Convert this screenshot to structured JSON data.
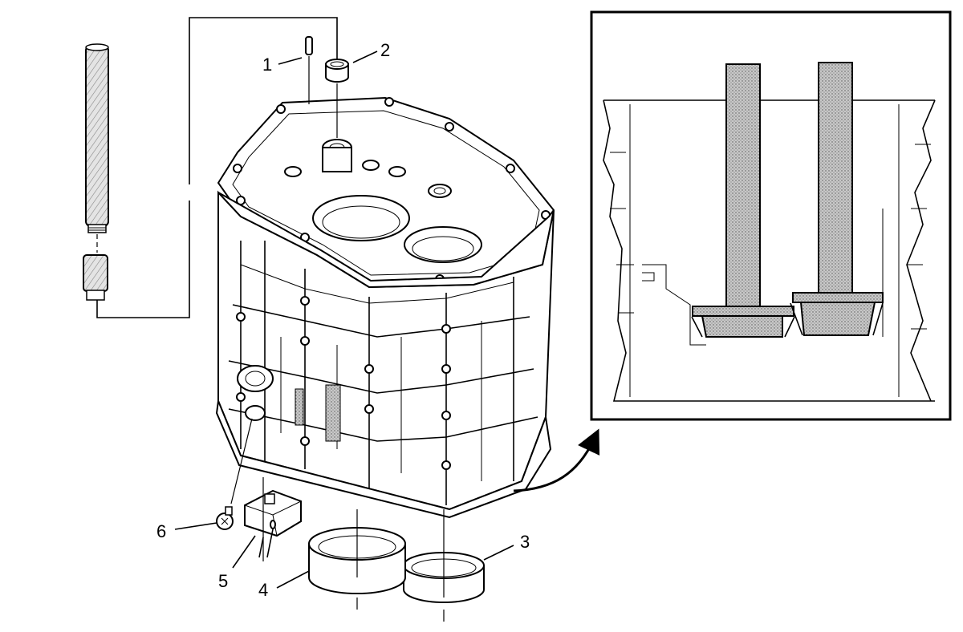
{
  "callouts": [
    {
      "id": "1",
      "label": "1"
    },
    {
      "id": "2",
      "label": "2"
    },
    {
      "id": "3",
      "label": "3"
    },
    {
      "id": "4",
      "label": "4"
    },
    {
      "id": "5",
      "label": "5"
    },
    {
      "id": "6",
      "label": "6"
    }
  ],
  "colors": {
    "line": "#000000",
    "background": "#ffffff",
    "tool_fill": "#bdbdbd"
  }
}
